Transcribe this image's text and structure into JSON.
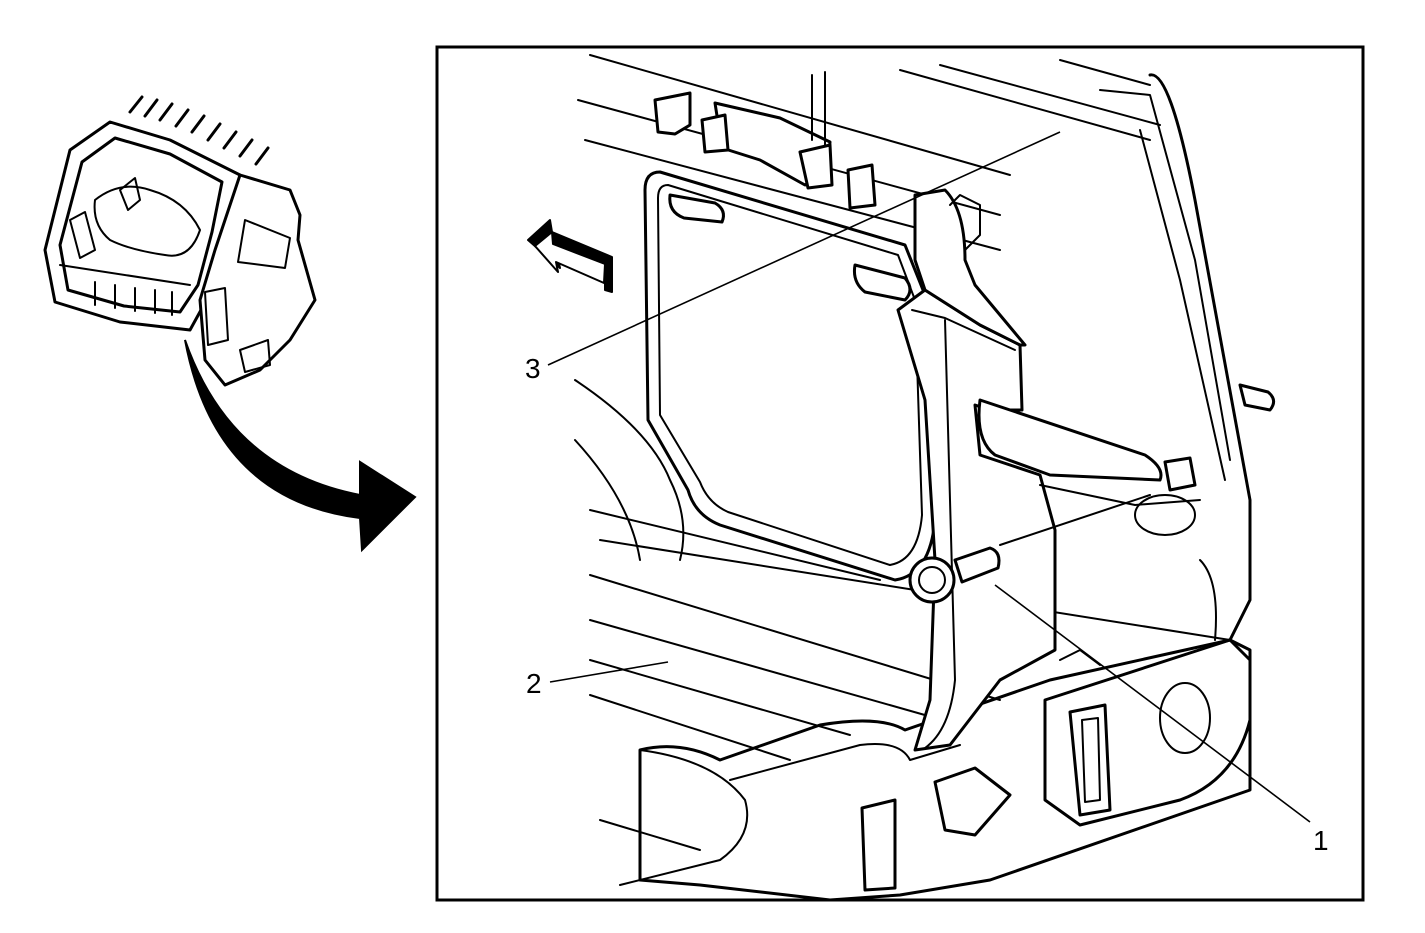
{
  "callouts": {
    "one": "1",
    "two": "2",
    "three": "3"
  },
  "icons": {
    "direction_arrow": "direction-arrow-icon",
    "detail_arrow": "curved-arrow-icon"
  }
}
